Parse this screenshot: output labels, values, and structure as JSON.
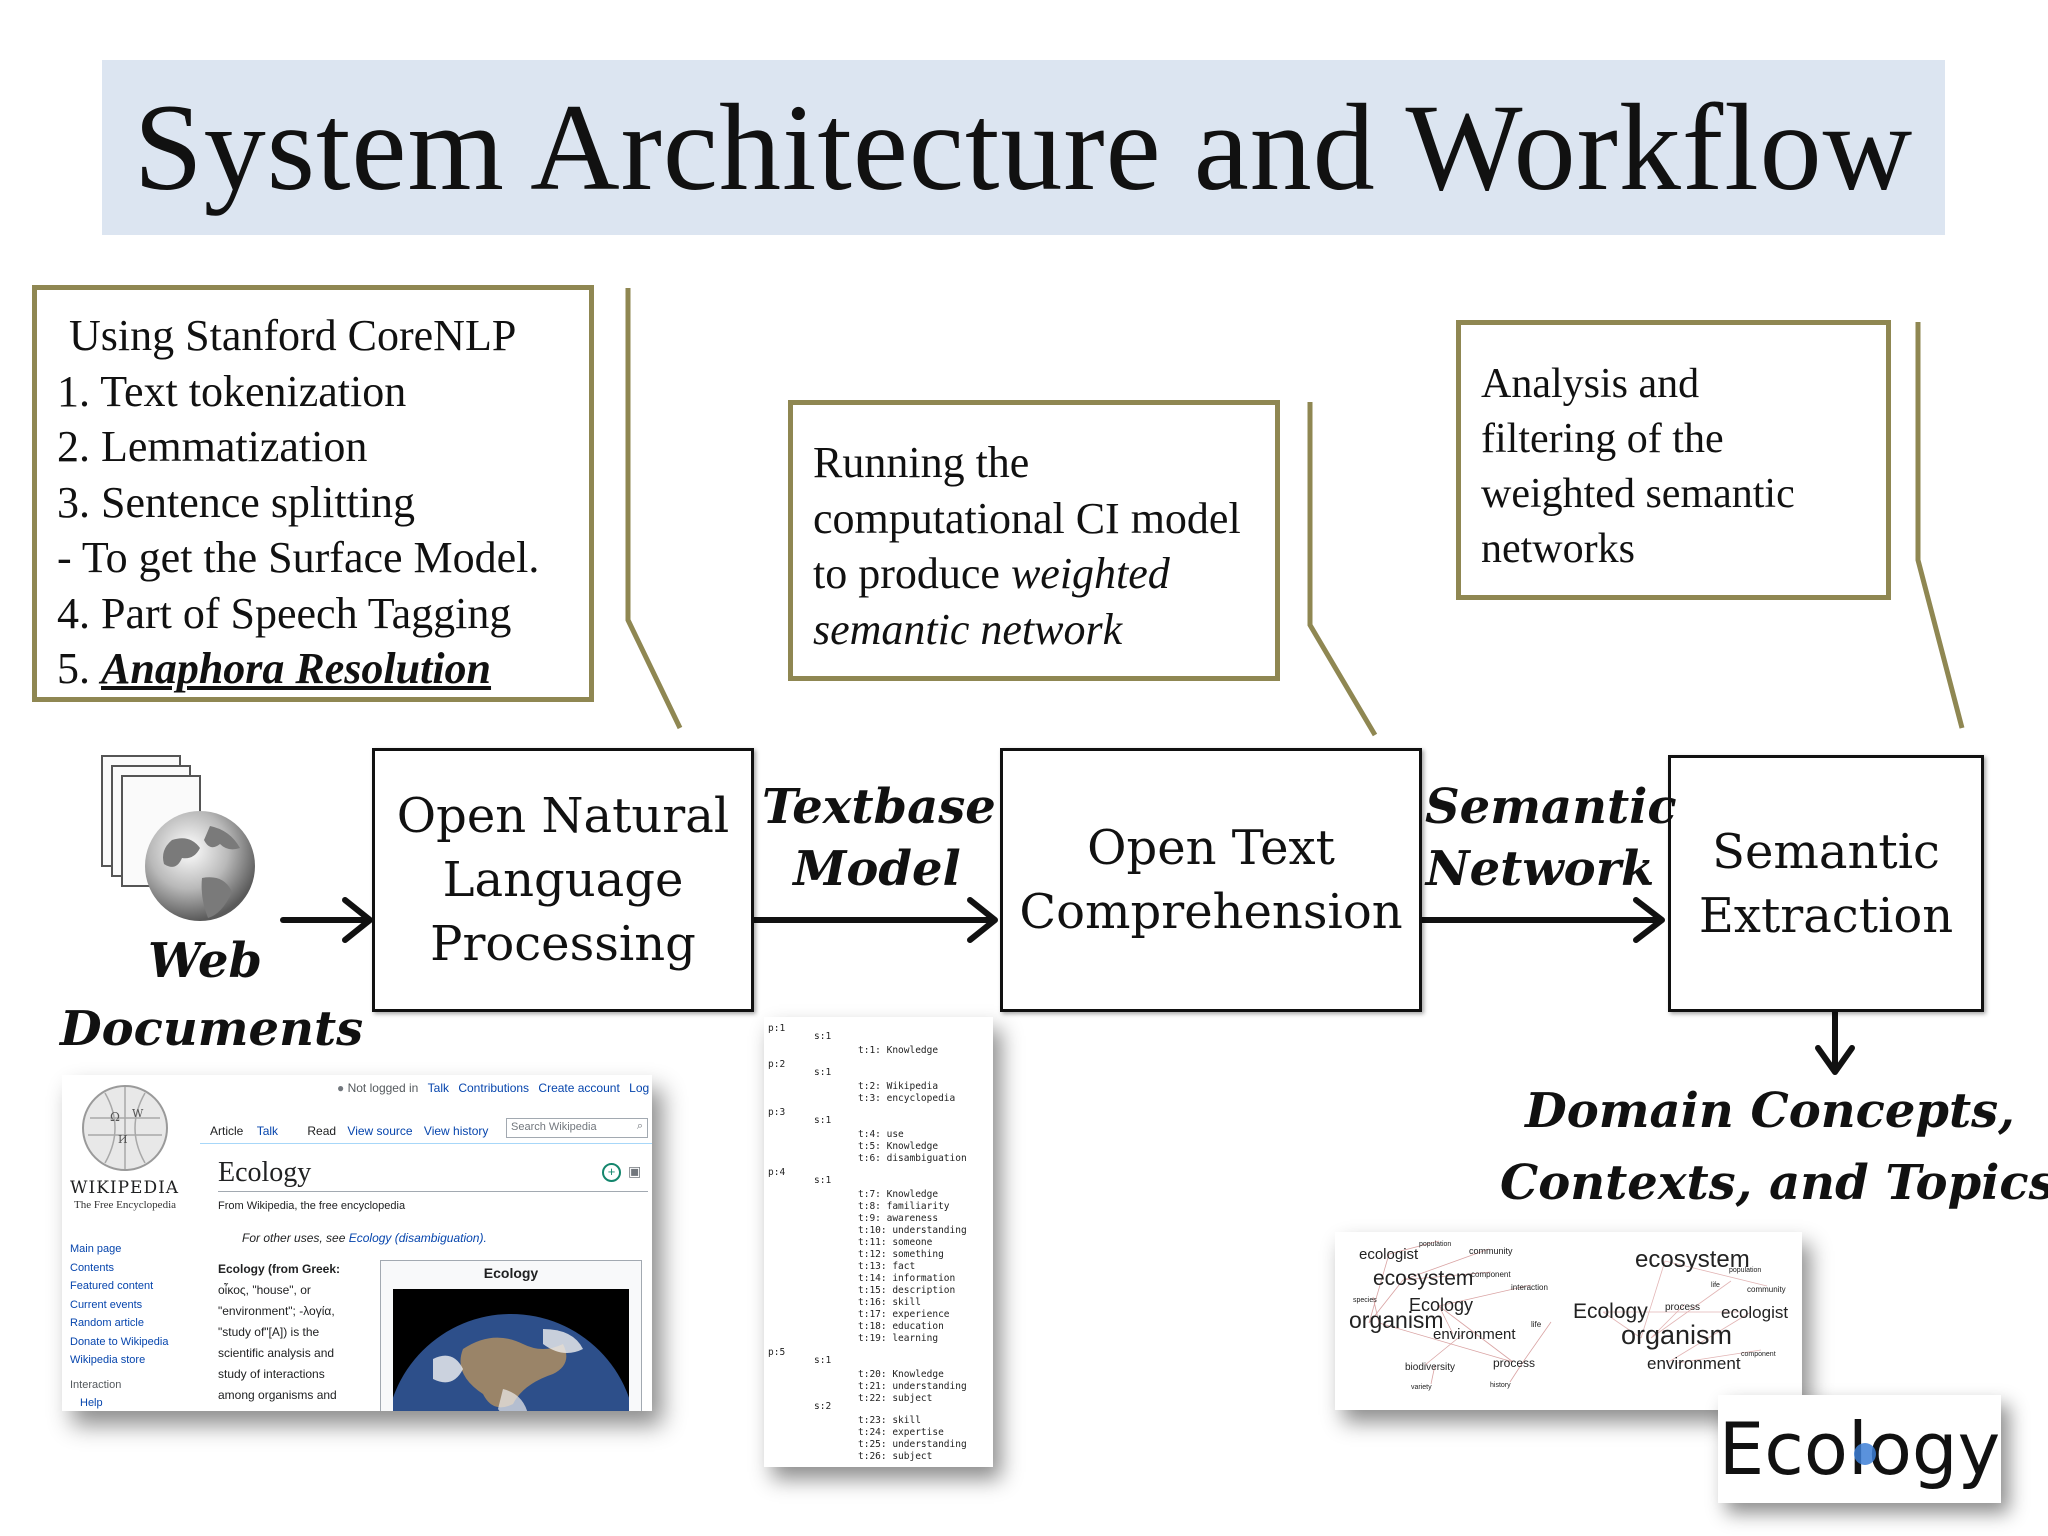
{
  "title": "System Architecture and Workflow",
  "callouts": {
    "nlp": {
      "lines": [
        "Using Stanford CoreNLP",
        "1. Text tokenization",
        "2. Lemmatization",
        "3. Sentence splitting",
        "- To get the Surface Model.",
        "4. Part of Speech Tagging"
      ],
      "last_prefix": "5. ",
      "last_emph": "Anaphora Resolution"
    },
    "ci": {
      "line1": "Running the",
      "line2": "computational CI model",
      "line3_plain": "to produce ",
      "line3_ital": "weighted",
      "line4_ital": "semantic network"
    },
    "analysis": {
      "lines": [
        "Analysis and",
        "filtering of the",
        "weighted semantic",
        "networks"
      ]
    }
  },
  "source": {
    "line1": "Web",
    "line2": "Documents"
  },
  "processes": {
    "onlp": [
      "Open Natural",
      "Language",
      "Processing"
    ],
    "otc": [
      "Open Text",
      "Comprehension"
    ],
    "se": [
      "Semantic",
      "Extraction"
    ]
  },
  "edges": {
    "textbase": [
      "Textbase",
      "Model"
    ],
    "semantic": [
      "Semantic",
      "Network"
    ]
  },
  "output": {
    "line1": "Domain Concepts,",
    "line2": "Contexts, and Topics"
  },
  "wikipedia": {
    "topbar": [
      "Not logged in",
      "Talk",
      "Contributions",
      "Create account",
      "Log in"
    ],
    "tabs": [
      "Article",
      "Talk"
    ],
    "actions": [
      "Read",
      "View source",
      "View history"
    ],
    "search_placeholder": "Search Wikipedia",
    "logo_title": "WIKIPEDIA",
    "logo_sub": "The Free Encyclopedia",
    "nav": [
      "Main page",
      "Contents",
      "Featured content",
      "Current events",
      "Random article",
      "Donate to Wikipedia",
      "Wikipedia store"
    ],
    "nav_section": "Interaction",
    "nav_help": "Help",
    "page_title": "Ecology",
    "tagline": "From Wikipedia, the free encyclopedia",
    "hatnote_prefix": "For other uses, see ",
    "hatnote_link": "Ecology (disambiguation).",
    "body_lines": [
      "Ecology (from Greek:",
      "οἶκος, \"house\", or",
      "\"environment\"; -λογία,",
      "\"study of\"[A]) is the",
      "scientific analysis and",
      "study of interactions",
      "among organisms and"
    ],
    "infobox_title": "Ecology",
    "colors": {
      "link": "#0645ad"
    }
  },
  "textbase": {
    "rows": [
      {
        "col": 0,
        "row": 0,
        "text": "p:1"
      },
      {
        "col": 1,
        "row": 1,
        "text": "s:1"
      },
      {
        "col": 2,
        "row": 2,
        "text": "t:1: Knowledge"
      },
      {
        "col": 0,
        "row": 3,
        "text": "p:2"
      },
      {
        "col": 1,
        "row": 4,
        "text": "s:1"
      },
      {
        "col": 2,
        "row": 5,
        "text": "t:2: Wikipedia"
      },
      {
        "col": 2,
        "row": 6,
        "text": "t:3: encyclopedia"
      },
      {
        "col": 0,
        "row": 7,
        "text": "p:3"
      },
      {
        "col": 1,
        "row": 8,
        "text": "s:1"
      },
      {
        "col": 2,
        "row": 9,
        "text": "t:4: use"
      },
      {
        "col": 2,
        "row": 10,
        "text": "t:5: Knowledge"
      },
      {
        "col": 2,
        "row": 11,
        "text": "t:6: disambiguation"
      },
      {
        "col": 0,
        "row": 12,
        "text": "p:4"
      },
      {
        "col": 1,
        "row": 13,
        "text": "s:1"
      },
      {
        "col": 2,
        "row": 14,
        "text": "t:7: Knowledge"
      },
      {
        "col": 2,
        "row": 15,
        "text": "t:8: familiarity"
      },
      {
        "col": 2,
        "row": 16,
        "text": "t:9: awareness"
      },
      {
        "col": 2,
        "row": 17,
        "text": "t:10: understanding"
      },
      {
        "col": 2,
        "row": 18,
        "text": "t:11: someone"
      },
      {
        "col": 2,
        "row": 19,
        "text": "t:12: something"
      },
      {
        "col": 2,
        "row": 20,
        "text": "t:13: fact"
      },
      {
        "col": 2,
        "row": 21,
        "text": "t:14: information"
      },
      {
        "col": 2,
        "row": 22,
        "text": "t:15: description"
      },
      {
        "col": 2,
        "row": 23,
        "text": "t:16: skill"
      },
      {
        "col": 2,
        "row": 24,
        "text": "t:17: experience"
      },
      {
        "col": 2,
        "row": 25,
        "text": "t:18: education"
      },
      {
        "col": 2,
        "row": 26,
        "text": "t:19: learning"
      },
      {
        "col": 0,
        "row": 27,
        "text": "p:5"
      },
      {
        "col": 1,
        "row": 28,
        "text": "s:1"
      },
      {
        "col": 2,
        "row": 29,
        "text": "t:20: Knowledge"
      },
      {
        "col": 2,
        "row": 30,
        "text": "t:21: understanding"
      },
      {
        "col": 2,
        "row": 31,
        "text": "t:22: subject"
      },
      {
        "col": 1,
        "row": 32,
        "text": "s:2"
      },
      {
        "col": 2,
        "row": 33,
        "text": "t:23: skill"
      },
      {
        "col": 2,
        "row": 34,
        "text": "t:24: expertise"
      },
      {
        "col": 2,
        "row": 35,
        "text": "t:25: understanding"
      },
      {
        "col": 2,
        "row": 36,
        "text": "t:26: subject"
      }
    ]
  },
  "networks": {
    "left": [
      {
        "t": "ecologist",
        "s": 15
      },
      {
        "t": "ecosystem",
        "s": 21
      },
      {
        "t": "Ecology",
        "s": 18
      },
      {
        "t": "organism",
        "s": 23
      },
      {
        "t": "environment",
        "s": 15
      },
      {
        "t": "biodiversity",
        "s": 10
      },
      {
        "t": "process",
        "s": 12
      },
      {
        "t": "community",
        "s": 9
      },
      {
        "t": "component",
        "s": 8
      },
      {
        "t": "interaction",
        "s": 8
      },
      {
        "t": "life",
        "s": 8
      },
      {
        "t": "population",
        "s": 7
      },
      {
        "t": "variety",
        "s": 7
      },
      {
        "t": "history",
        "s": 7
      },
      {
        "t": "species",
        "s": 7
      }
    ],
    "right": [
      {
        "t": "ecosystem",
        "s": 24
      },
      {
        "t": "Ecology",
        "s": 21
      },
      {
        "t": "ecologist",
        "s": 17
      },
      {
        "t": "organism",
        "s": 27
      },
      {
        "t": "environment",
        "s": 17
      },
      {
        "t": "process",
        "s": 10
      },
      {
        "t": "community",
        "s": 8
      },
      {
        "t": "component",
        "s": 7
      },
      {
        "t": "population",
        "s": 7
      },
      {
        "t": "life",
        "s": 7
      }
    ]
  },
  "ecology_badge": "Ecology",
  "colors": {
    "title_bg": "#dce5f1",
    "callout_border": "#8f8752",
    "ink": "#111111",
    "wiki_link": "#0645ad"
  }
}
